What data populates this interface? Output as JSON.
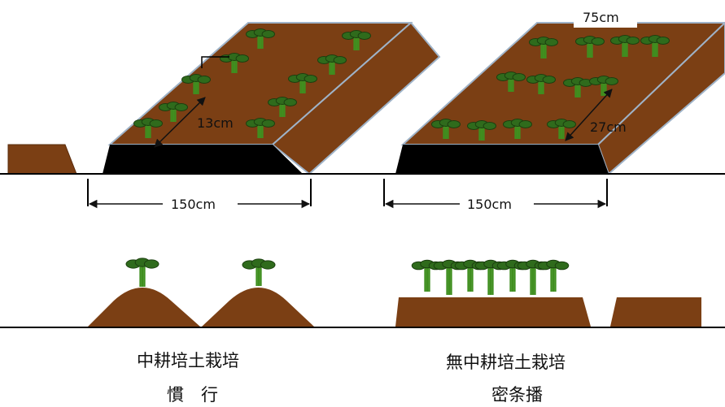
{
  "colors": {
    "soil": "#7b3f14",
    "soil_edge": "#5a2c0d",
    "bed_top_edge": "#9fb3c8",
    "mulch": "#000000",
    "stem": "#3f8f1f",
    "leaf": "#2f6b1c",
    "leaf_dark": "#1b3f0f",
    "ground_line": "#000000"
  },
  "left_diagram": {
    "bed_width_label": "150cm",
    "row_spacing_label": "13cm",
    "caption_line1": "中耕培土栽培",
    "caption_line2": "慣　行"
  },
  "right_diagram": {
    "bed_width_label": "150cm",
    "row_spacing_label": "27cm",
    "row_length_label": "75cm",
    "caption_line1": "無中耕培土栽培",
    "caption_line2": "密条播"
  }
}
